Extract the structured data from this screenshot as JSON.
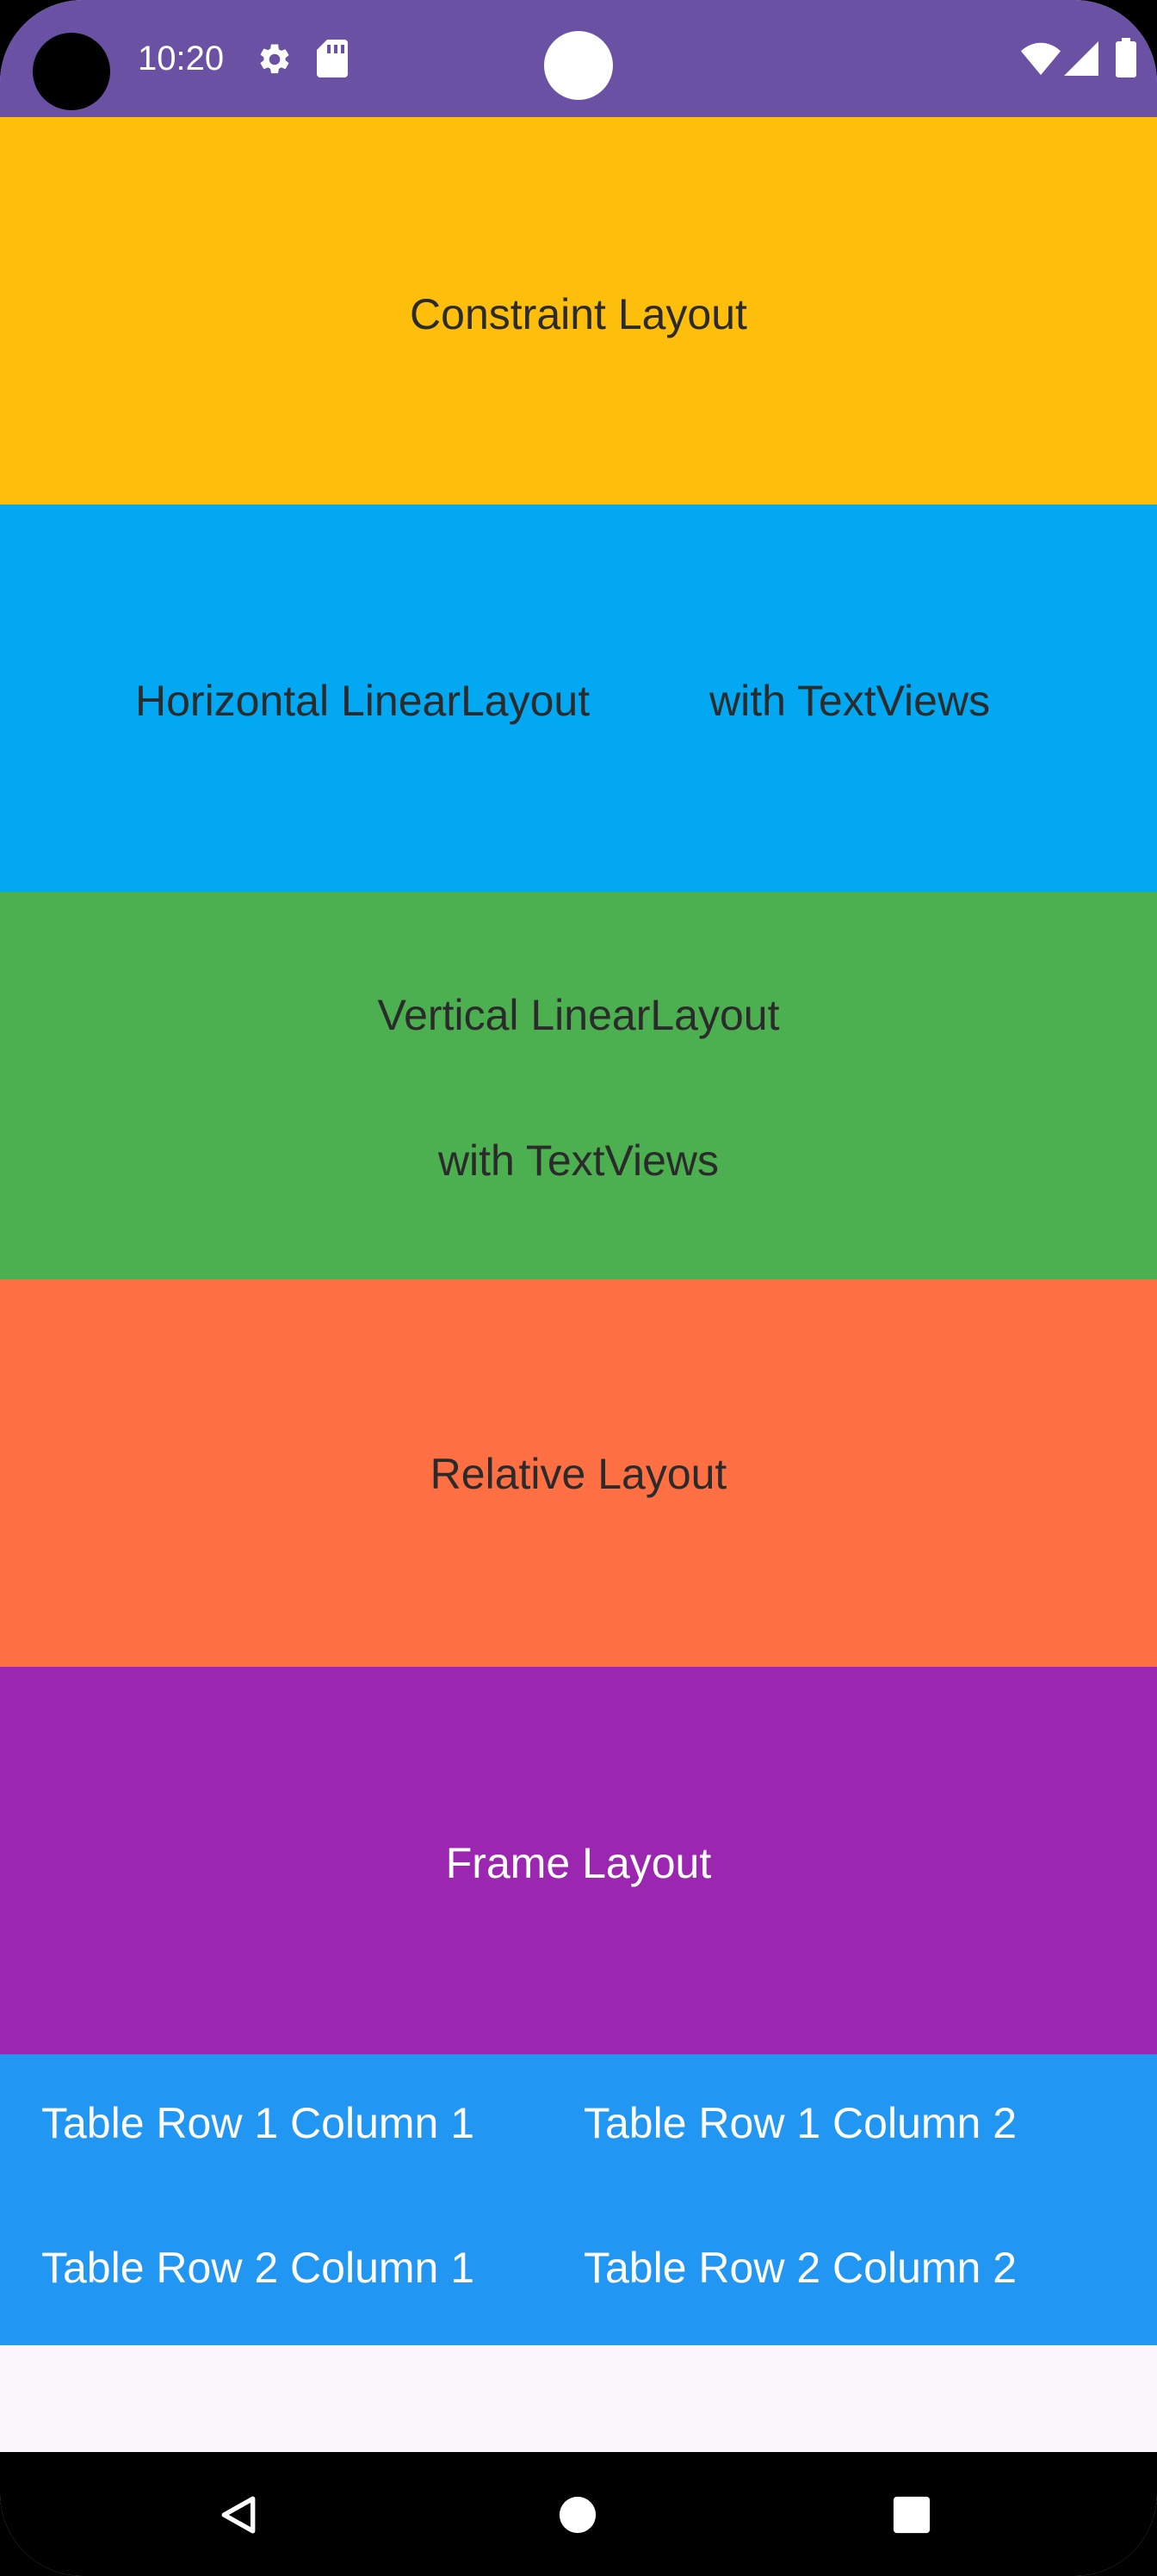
{
  "status_bar": {
    "time": "10:20",
    "icons": [
      "gear-icon",
      "sd-card-icon",
      "wifi-icon",
      "signal-icon",
      "battery-icon"
    ],
    "background_color": "#6a51a4"
  },
  "sections": {
    "constraint": {
      "label": "Constraint Layout",
      "color": "#fdbf0b"
    },
    "horizontal": {
      "label_1": "Horizontal LinearLayout",
      "label_2": "with TextViews",
      "color": "#02a8f1"
    },
    "vertical": {
      "label_1": "Vertical LinearLayout",
      "label_2": "with TextViews",
      "color": "#4db050"
    },
    "relative": {
      "label": "Relative Layout",
      "color": "#fe7043"
    },
    "frame": {
      "label": "Frame Layout",
      "color": "#9b27b1"
    },
    "table": {
      "rows": [
        [
          "Table Row 1 Column 1",
          "Table Row 1 Column 2"
        ],
        [
          "Table Row 2 Column 1",
          "Table Row 2 Column 2"
        ]
      ],
      "color": "#2196f3"
    }
  },
  "nav_bar": {
    "buttons": [
      "back-icon",
      "home-icon",
      "recents-icon"
    ]
  }
}
